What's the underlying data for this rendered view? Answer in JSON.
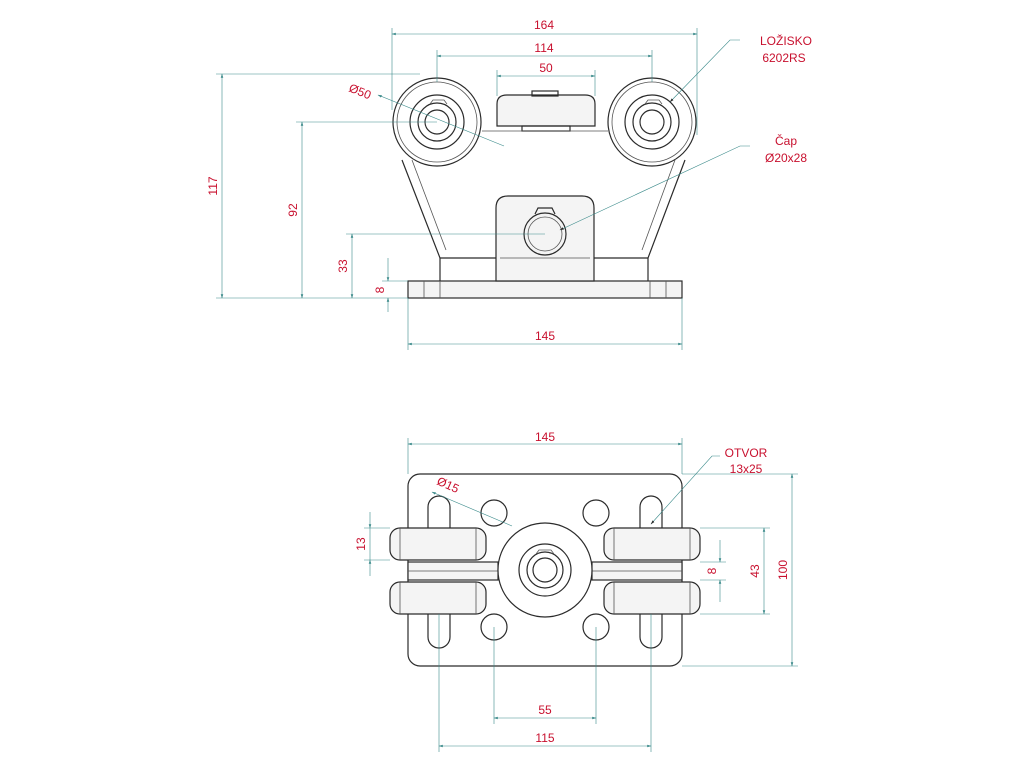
{
  "colors": {
    "dimension_text": "#c8102e",
    "dimension_line": "#3a8a8a",
    "outline": "#2b2b2b"
  },
  "top_view": {
    "dims": {
      "overall_width": "164",
      "wheel_span": "114",
      "top_block": "50",
      "wheel_diameter": "Ø50",
      "total_height": "117",
      "axle_height": "92",
      "pin_height": "33",
      "plate_thickness": "8",
      "base_width": "145"
    },
    "callouts": {
      "bearing_line1": "LOŽISKO",
      "bearing_line2": "6202RS",
      "pin_line1": "Čap",
      "pin_line2": "Ø20x28"
    }
  },
  "bottom_view": {
    "dims": {
      "plate_width": "145",
      "hole_diameter": "Ø15",
      "wheel_width": "13",
      "gap": "8",
      "wheel_spacing": "43",
      "plate_height": "100",
      "hole_spacing": "55",
      "slot_spacing": "115"
    },
    "callouts": {
      "slot_line1": "OTVOR",
      "slot_line2": "13x25"
    }
  }
}
